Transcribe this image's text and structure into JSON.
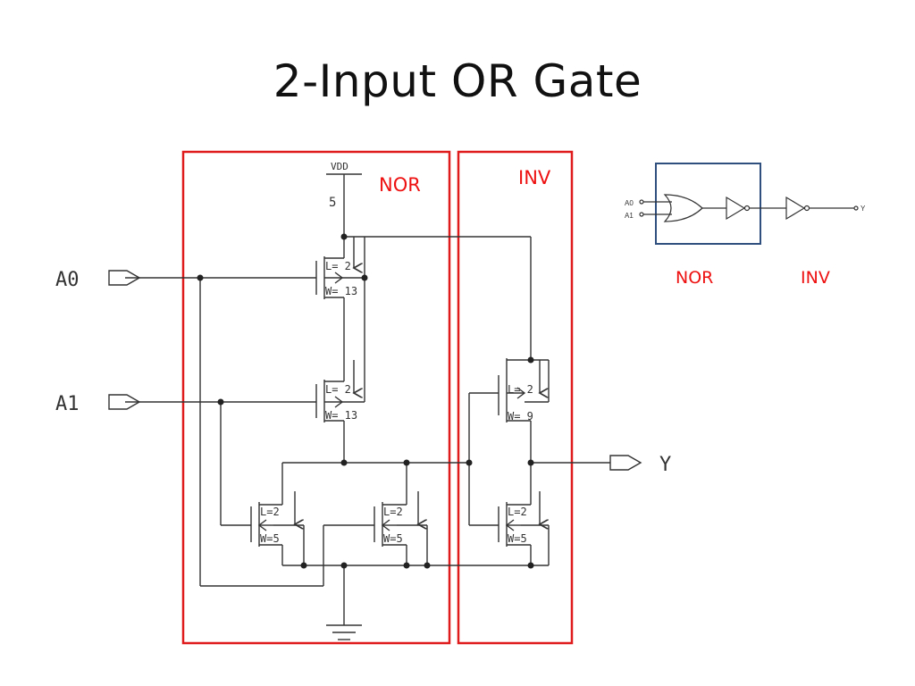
{
  "title": "2-Input OR Gate",
  "colors": {
    "region_box": "#e01b1b",
    "symbol_box": "#2f4f7f",
    "wire": "#333333"
  },
  "regions": {
    "nor_label": "NOR",
    "inv_label": "INV"
  },
  "supply": {
    "vdd_label": "VDD",
    "vdd_value": "5"
  },
  "ports": {
    "a0": "A0",
    "a1": "A1",
    "y": "Y"
  },
  "transistors": {
    "nor_pmos_top": {
      "l": "L= 2",
      "w": "W= 13"
    },
    "nor_pmos_bottom": {
      "l": "L= 2",
      "w": "W= 13"
    },
    "nor_nmos_left": {
      "l": "L=2",
      "w": "W=5"
    },
    "nor_nmos_right": {
      "l": "L=2",
      "w": "W=5"
    },
    "inv_pmos": {
      "l": "L= 2",
      "w": "W= 9"
    },
    "inv_nmos": {
      "l": "L=2",
      "w": "W=5"
    }
  },
  "symbol": {
    "a0": "A0",
    "a1": "A1",
    "y": "Y",
    "nor_label": "NOR",
    "inv_label": "INV"
  }
}
